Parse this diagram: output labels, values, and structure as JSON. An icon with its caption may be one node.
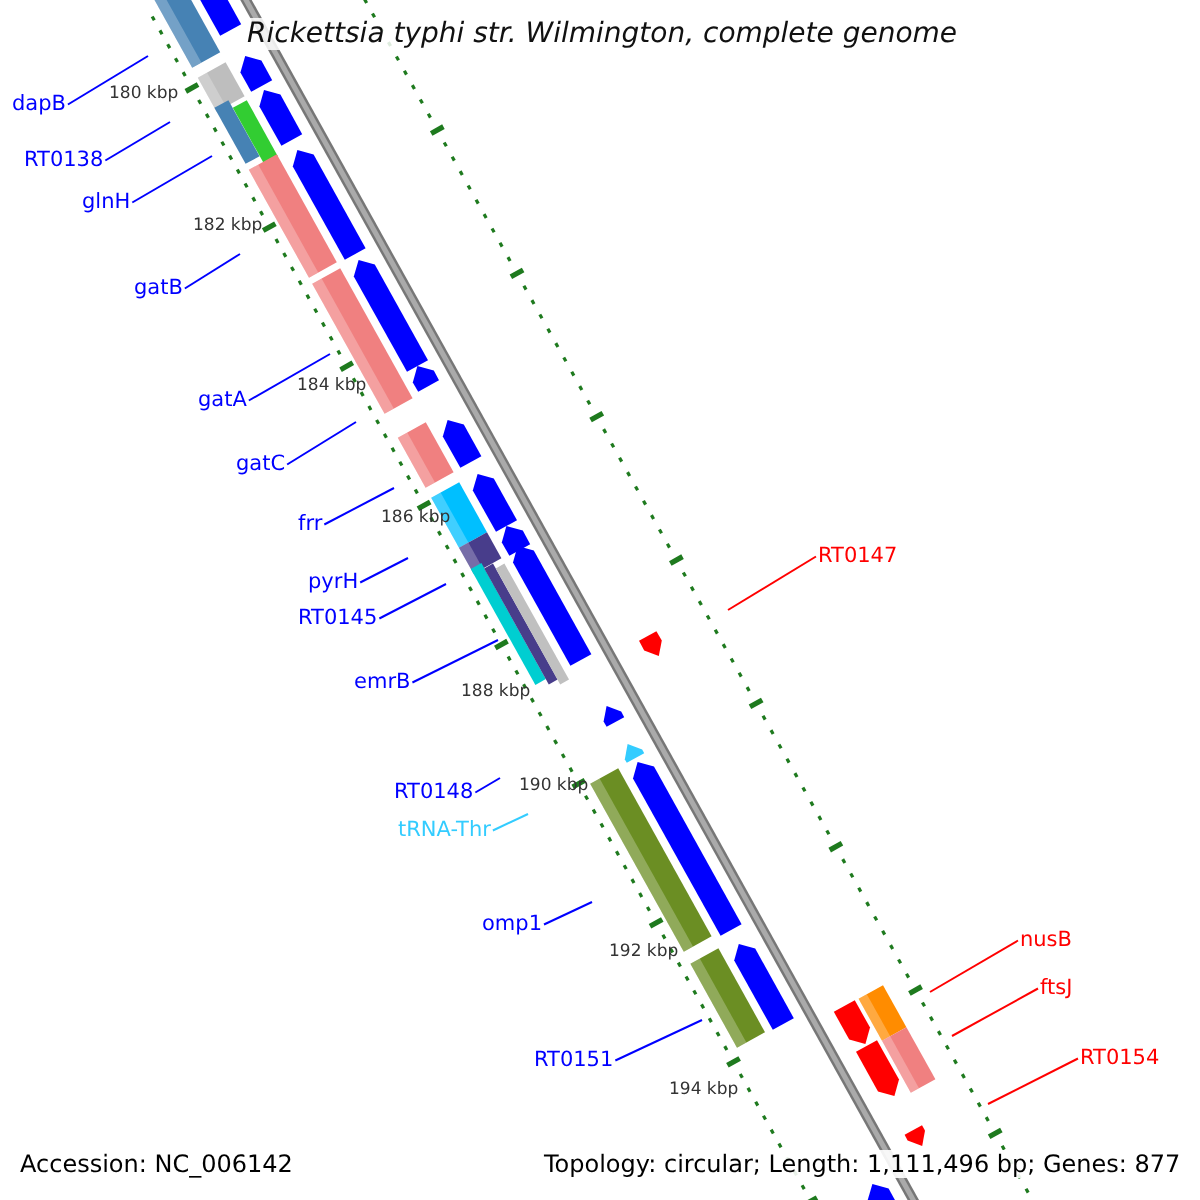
{
  "diagram": {
    "title": "Rickettsia typhi str. Wilmington, complete genome",
    "nodes": [
      {
        "text": [
          "dapB"
        ]
      },
      {
        "text": [
          "RT0138"
        ]
      },
      {
        "text": [
          "glnH"
        ]
      },
      {
        "text": [
          "gatB"
        ]
      },
      {
        "text": [
          "gatA"
        ]
      },
      {
        "text": [
          "gatC"
        ]
      },
      {
        "text": [
          "frr"
        ]
      },
      {
        "text": [
          "pyrH"
        ]
      },
      {
        "text": [
          "RT0145"
        ]
      },
      {
        "text": [
          "RT0147"
        ]
      },
      {
        "text": [
          "emrB"
        ]
      },
      {
        "text": [
          "RT0148"
        ]
      },
      {
        "text": [
          "tRNA-Thr"
        ]
      },
      {
        "text": [
          "omp1"
        ]
      },
      {
        "text": [
          "nusB"
        ]
      },
      {
        "text": [
          "ftsJ"
        ]
      },
      {
        "text": [
          "RT0151"
        ]
      },
      {
        "text": [
          "RT0154"
        ]
      }
    ],
    "edges": [
      {
        "from": 0,
        "to": null,
        "arrow": "none"
      },
      {
        "from": 1,
        "to": null,
        "arrow": "none"
      },
      {
        "from": 2,
        "to": null,
        "arrow": "none"
      },
      {
        "from": 3,
        "to": null,
        "arrow": "none"
      },
      {
        "from": 4,
        "to": null,
        "arrow": "none"
      },
      {
        "from": 5,
        "to": null,
        "arrow": "none"
      },
      {
        "from": 6,
        "to": null,
        "arrow": "none"
      },
      {
        "from": 7,
        "to": null,
        "arrow": "none"
      },
      {
        "from": 8,
        "to": null,
        "arrow": "none"
      },
      {
        "from": 9,
        "to": null,
        "arrow": "none",
        "color": "#ff0000"
      },
      {
        "from": 10,
        "to": null,
        "arrow": "none"
      },
      {
        "from": 11,
        "to": null,
        "arrow": "none"
      },
      {
        "from": 12,
        "to": null,
        "arrow": "none",
        "color": "#33ccff"
      },
      {
        "from": 13,
        "to": null,
        "arrow": "none"
      },
      {
        "from": 14,
        "to": null,
        "arrow": "none",
        "color": "#ff0000"
      },
      {
        "from": 15,
        "to": null,
        "arrow": "none",
        "color": "#ff0000"
      },
      {
        "from": 16,
        "to": null,
        "arrow": "none"
      },
      {
        "from": 17,
        "to": null,
        "arrow": "none",
        "color": "#ff0000"
      }
    ],
    "labels": [
      "180 kbp",
      "182 kbp",
      "184 kbp",
      "186 kbp",
      "188 kbp",
      "190 kbp",
      "192 kbp",
      "194 kbp",
      "Accession: NC_006142",
      "Topology: circular; Length: 1,111,496 bp; Genes: 877"
    ]
  }
}
